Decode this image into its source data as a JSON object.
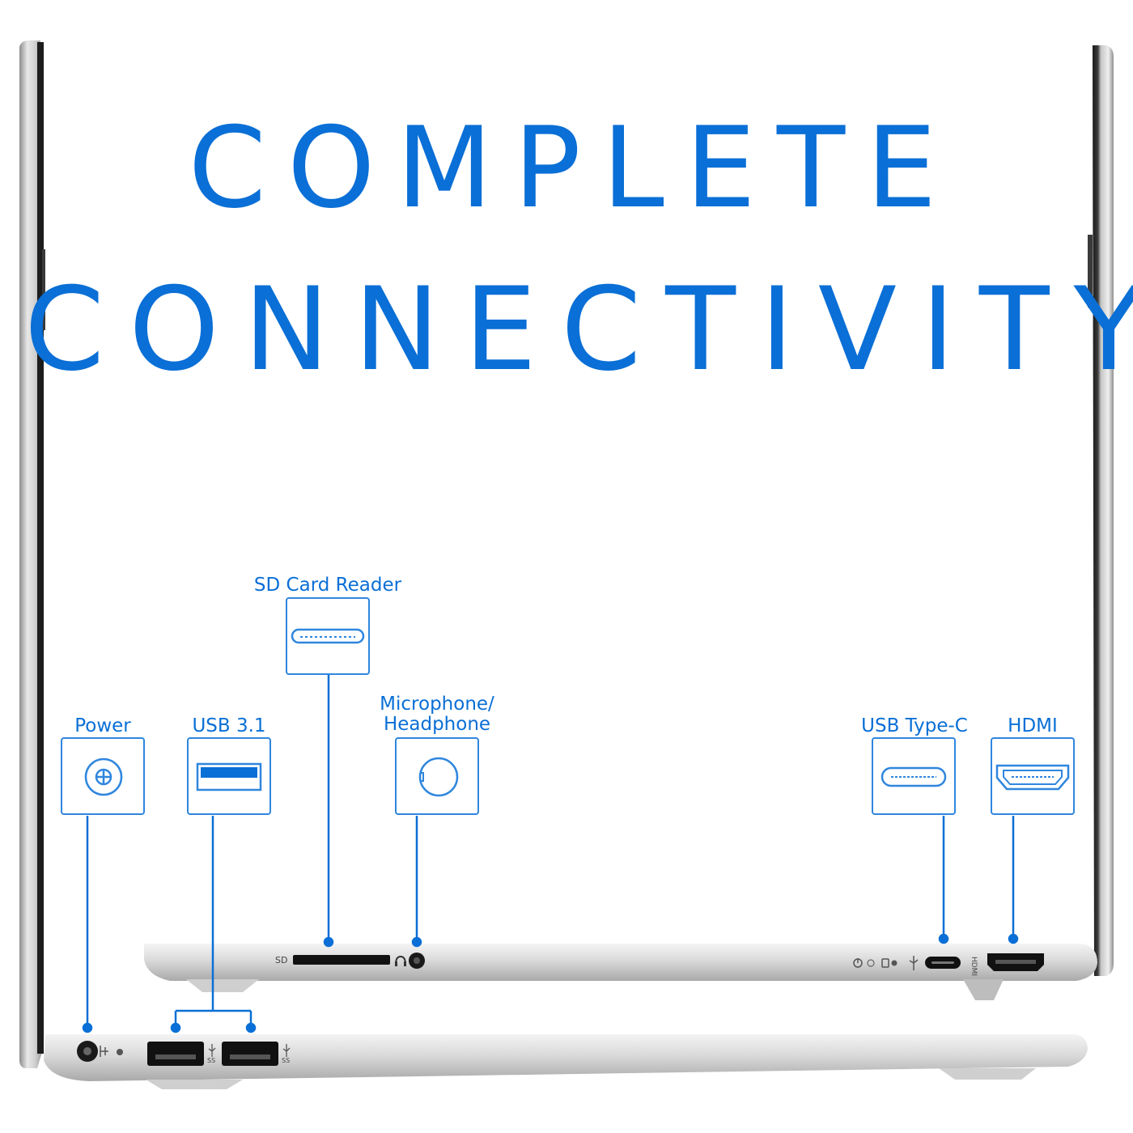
{
  "headline": {
    "line1": "COMPLETE",
    "line2": "CONNECTIVITY"
  },
  "callouts": {
    "sd_card_reader": "SD Card Reader",
    "power": "Power",
    "usb31": "USB 3.1",
    "mic_headphone_line1": "Microphone/",
    "mic_headphone_line2": "Headphone",
    "usb_type_c": "USB Type-C",
    "hdmi": "HDMI"
  },
  "port_markings": {
    "sd": "SD",
    "hdmi_vertical": "HDMI",
    "ss_usb_1": "SS",
    "ss_usb_2": "SS"
  },
  "colors": {
    "accent": "#0a6fd6",
    "chassis": "#dcdcdc"
  }
}
